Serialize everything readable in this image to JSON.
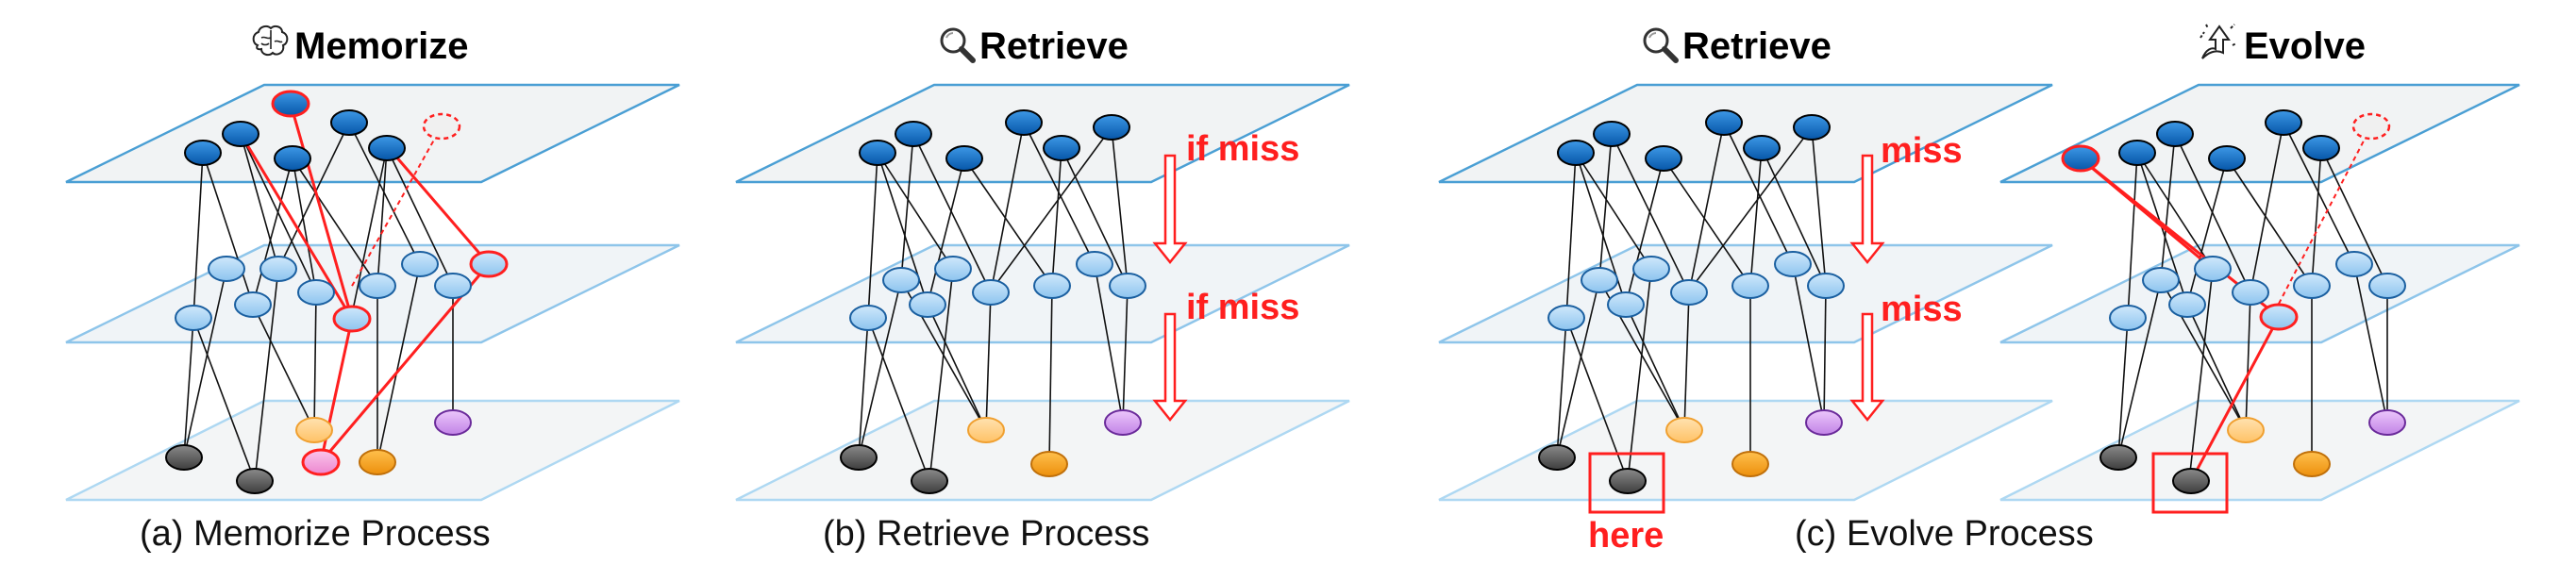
{
  "panels": [
    {
      "title": "Memorize",
      "icon": "brain-icon"
    },
    {
      "title": "Retrieve",
      "icon": "magnifier-icon"
    },
    {
      "title": "Retrieve",
      "icon": "magnifier-icon"
    },
    {
      "title": "Evolve",
      "icon": "evolve-arrow-icon"
    }
  ],
  "captions": {
    "a": "(a) Memorize Process",
    "b": "(b) Retrieve Process",
    "c": "(c) Evolve Process"
  },
  "annotations": {
    "if_miss_1": "if miss",
    "if_miss_2": "if miss",
    "miss_1": "miss",
    "miss_2": "miss",
    "here": "here"
  },
  "colors": {
    "top_node": "#0a6fc9",
    "mid_node": "#a9d4f5",
    "bottom_dark": "#5f5f5f",
    "bottom_orange": "#f5a524",
    "bottom_light_orange": "#ffd18a",
    "bottom_purple": "#d49cf0",
    "bottom_pink": "#f3a3dc",
    "highlight": "#ff1f1f"
  }
}
